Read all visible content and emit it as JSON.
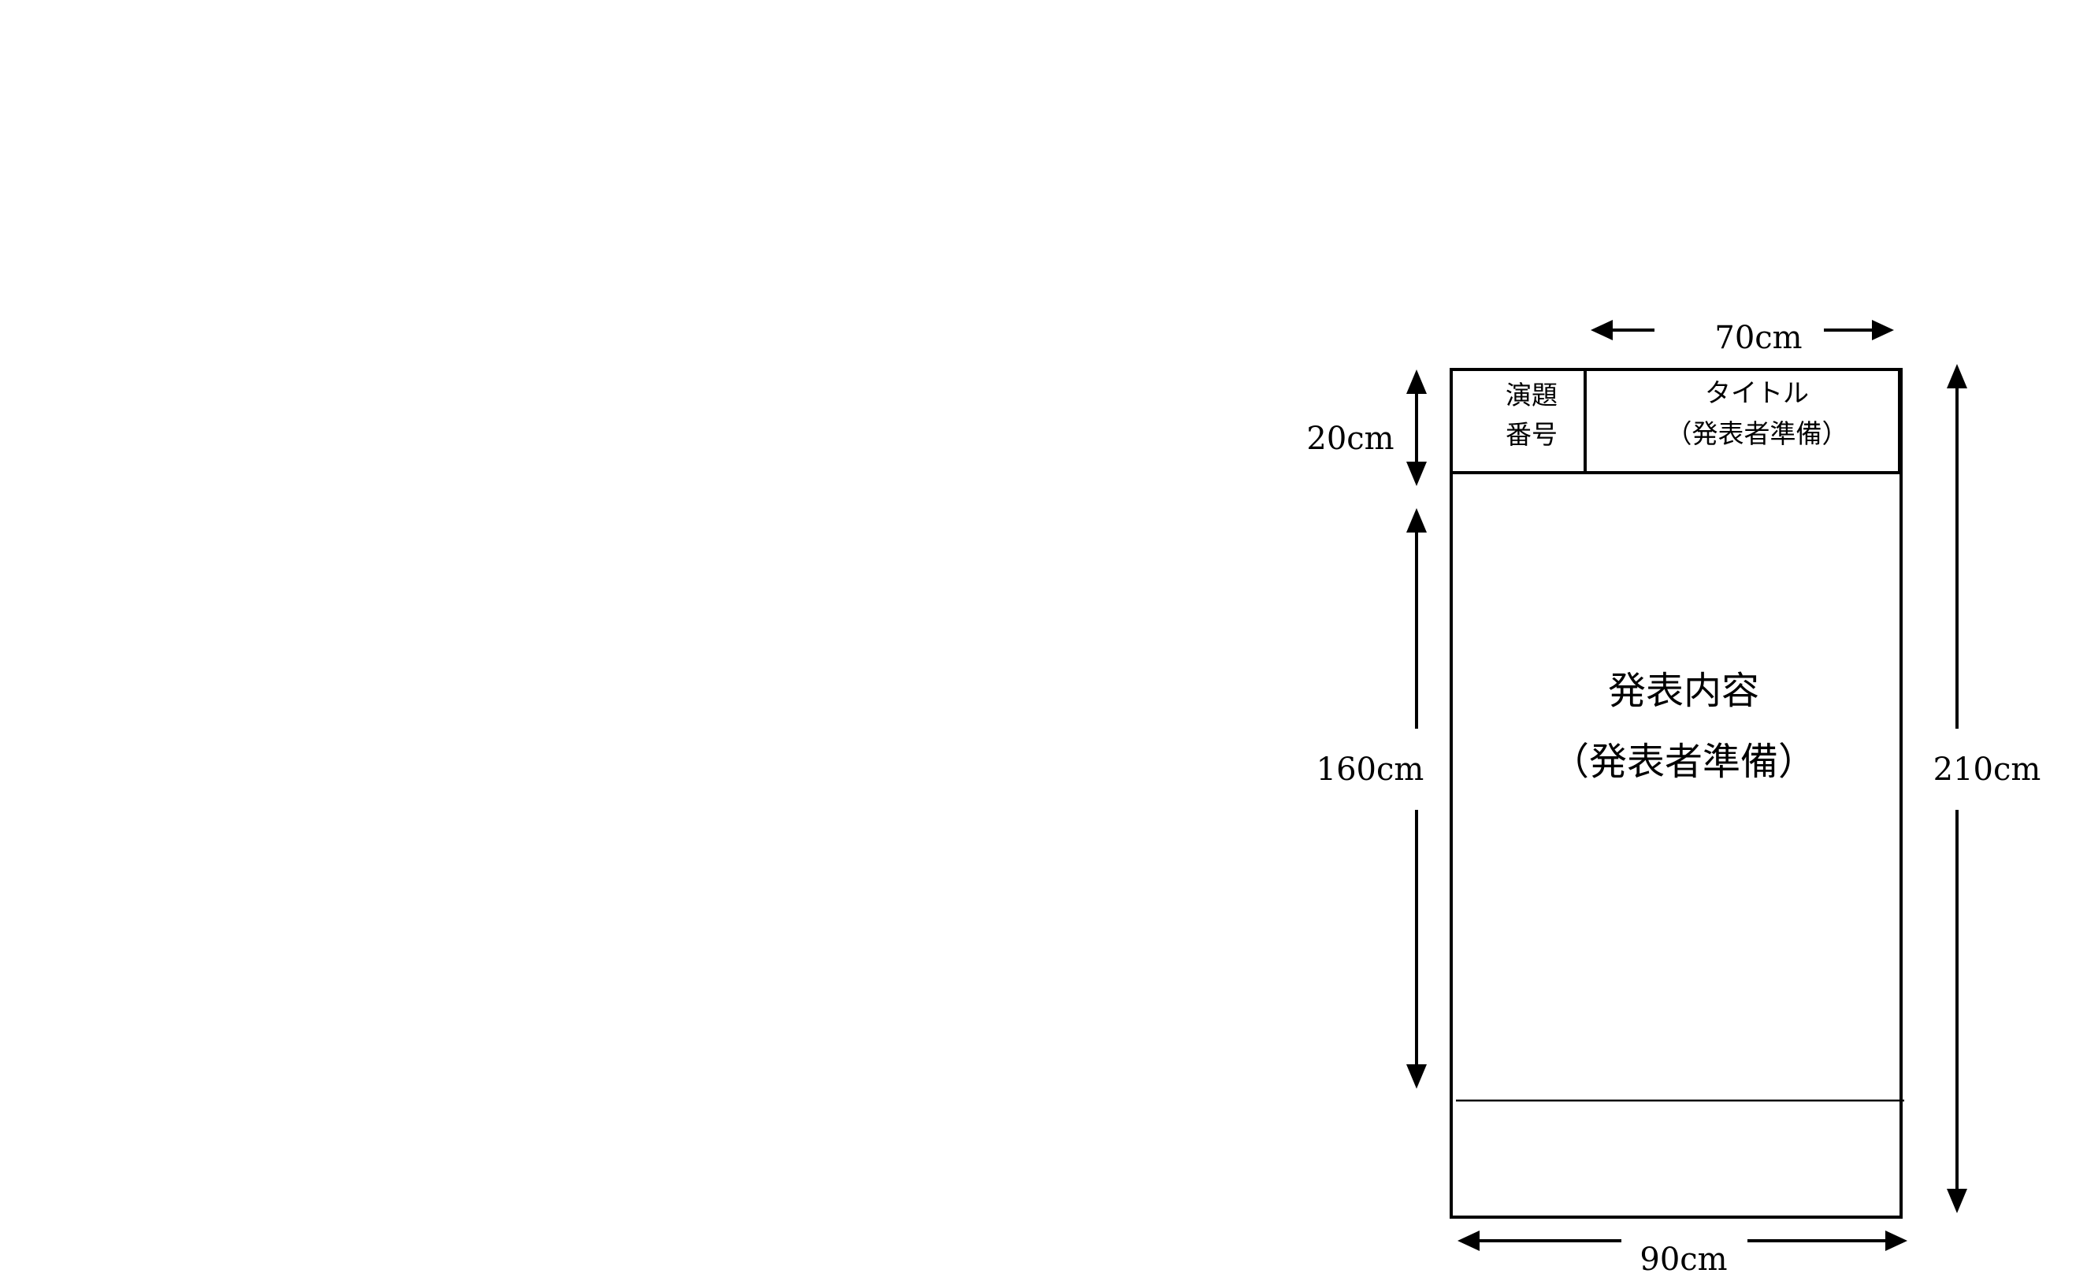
{
  "dimensions": {
    "top_width": "70cm",
    "header_height": "20cm",
    "content_height": "160cm",
    "total_height": "210cm",
    "bottom_width": "90cm"
  },
  "header": {
    "number_label_line1": "演題",
    "number_label_line2": "番号",
    "title_line1": "タイトル",
    "title_line2": "（発表者準備）"
  },
  "content": {
    "line1": "発表内容",
    "line2": "（発表者準備）"
  },
  "colors": {
    "line": "#000000",
    "background": "#ffffff"
  }
}
